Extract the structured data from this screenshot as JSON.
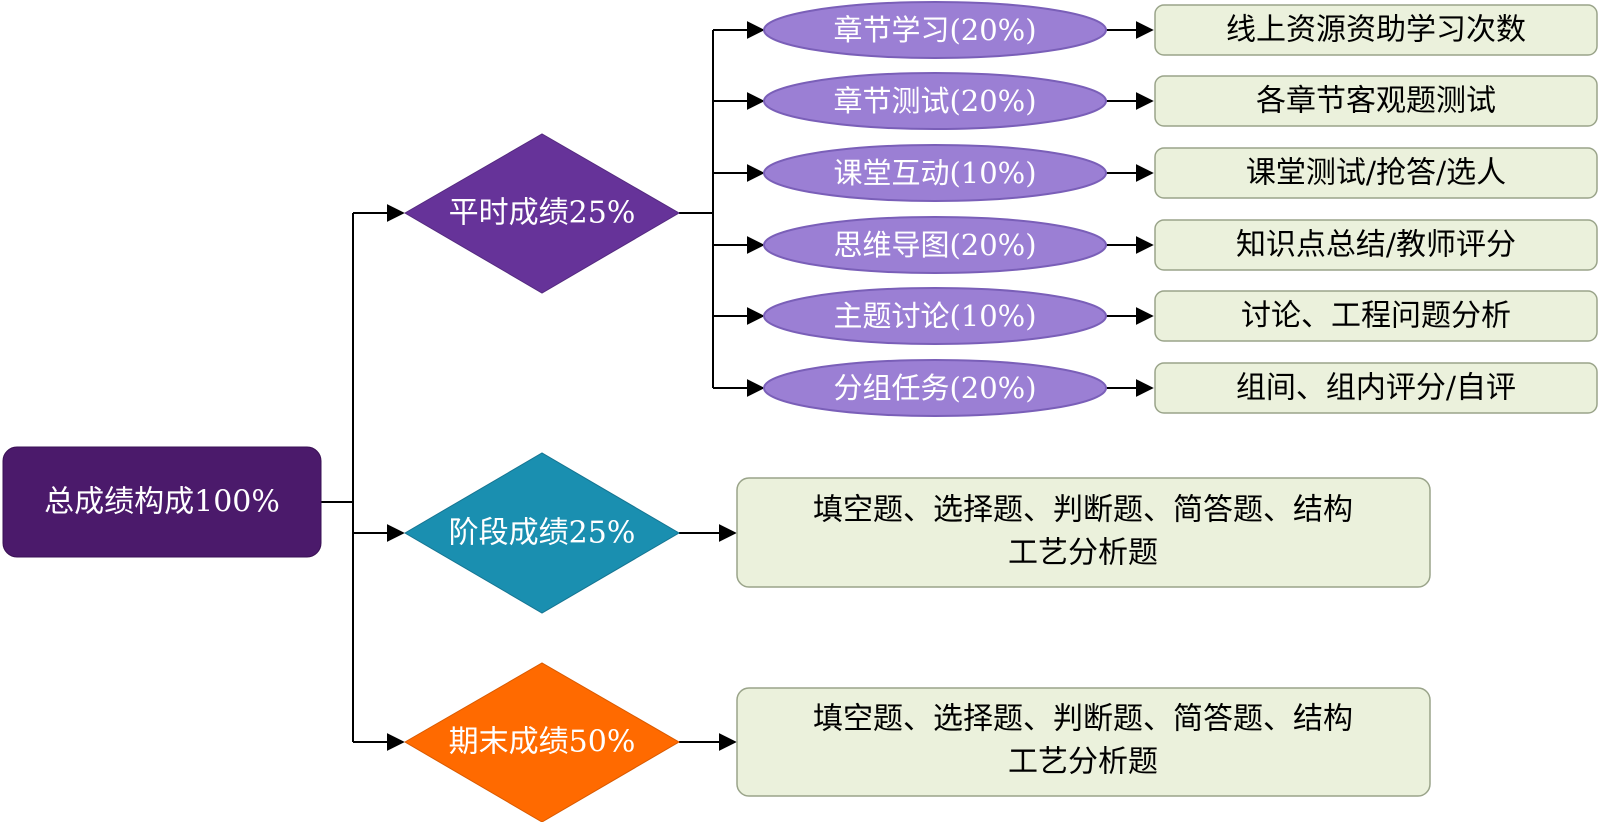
{
  "colors": {
    "root_fill": "#4b1a6b",
    "regular_diamond": "#663399",
    "stage_diamond": "#1a8fb0",
    "final_diamond": "#ff6a00",
    "ellipse_fill": "#9b7fd4",
    "ellipse_stroke": "#7a5fb8",
    "detail_fill": "#ebf1dc",
    "detail_stroke": "#9aa48a",
    "line": "#000000"
  },
  "root": {
    "label": "总成绩构成100%"
  },
  "regular": {
    "label": "平时成绩25%",
    "items": [
      {
        "label": "章节学习(20%)",
        "detail": "线上资源资助学习次数"
      },
      {
        "label": "章节测试(20%)",
        "detail": "各章节客观题测试"
      },
      {
        "label": "课堂互动(10%)",
        "detail": "课堂测试/抢答/选人"
      },
      {
        "label": "思维导图(20%)",
        "detail": "知识点总结/教师评分"
      },
      {
        "label": "主题讨论(10%)",
        "detail": "讨论、工程问题分析"
      },
      {
        "label": "分组任务(20%)",
        "detail": "组间、组内评分/自评"
      }
    ]
  },
  "stage": {
    "label": "阶段成绩25%",
    "detail_line1": "填空题、选择题、判断题、简答题、结构",
    "detail_line2": "工艺分析题"
  },
  "final": {
    "label": "期末成绩50%",
    "detail_line1": "填空题、选择题、判断题、简答题、结构",
    "detail_line2": "工艺分析题"
  }
}
